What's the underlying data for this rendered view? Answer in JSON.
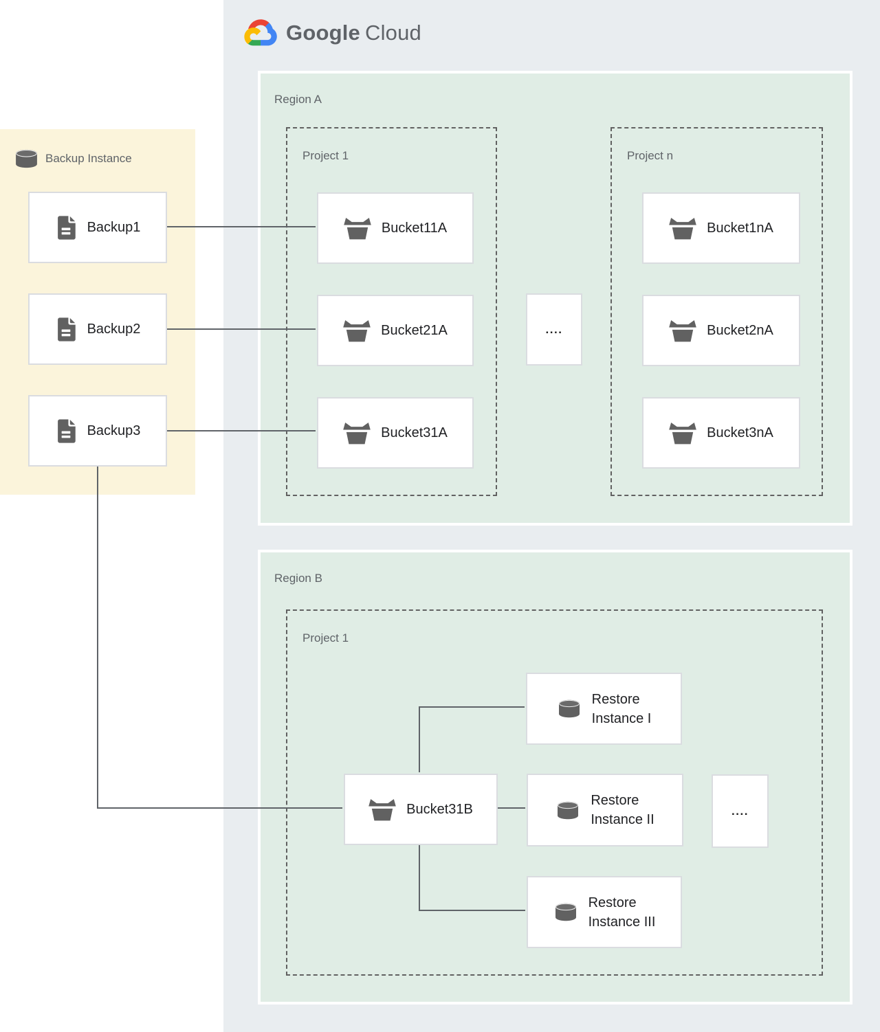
{
  "logo": {
    "brand": "Google",
    "product": "Cloud"
  },
  "backup_panel": {
    "title": "Backup Instance",
    "items": [
      {
        "label": "Backup1"
      },
      {
        "label": "Backup2"
      },
      {
        "label": "Backup3"
      }
    ]
  },
  "region_a": {
    "label": "Region A",
    "project_1": {
      "label": "Project 1",
      "buckets": [
        {
          "label": "Bucket11A"
        },
        {
          "label": "Bucket21A"
        },
        {
          "label": "Bucket31A"
        }
      ]
    },
    "ellipsis": "....",
    "project_n": {
      "label": "Project n",
      "buckets": [
        {
          "label": "Bucket1nA"
        },
        {
          "label": "Bucket2nA"
        },
        {
          "label": "Bucket3nA"
        }
      ]
    }
  },
  "region_b": {
    "label": "Region B",
    "project_1": {
      "label": "Project 1",
      "bucket": {
        "label": "Bucket31B"
      },
      "restore_instances": [
        {
          "line1": "Restore",
          "line2": "Instance I"
        },
        {
          "line1": "Restore",
          "line2": "Instance II"
        },
        {
          "line1": "Restore",
          "line2": "Instance III"
        }
      ],
      "ellipsis": "...."
    }
  },
  "colors": {
    "cloud_panel_bg": "#e9edf0",
    "region_bg": "#e0ede5",
    "backup_panel_bg": "#fbf4db",
    "node_border": "#dadce0",
    "dashed_border": "#616161",
    "connector": "#5f6368",
    "icon_gray": "#616161",
    "text_dark": "#202124",
    "text_gray": "#5f6368",
    "logo_red": "#EA4335",
    "logo_blue": "#4285F4",
    "logo_green": "#34A853",
    "logo_yellow": "#FBBC05"
  }
}
